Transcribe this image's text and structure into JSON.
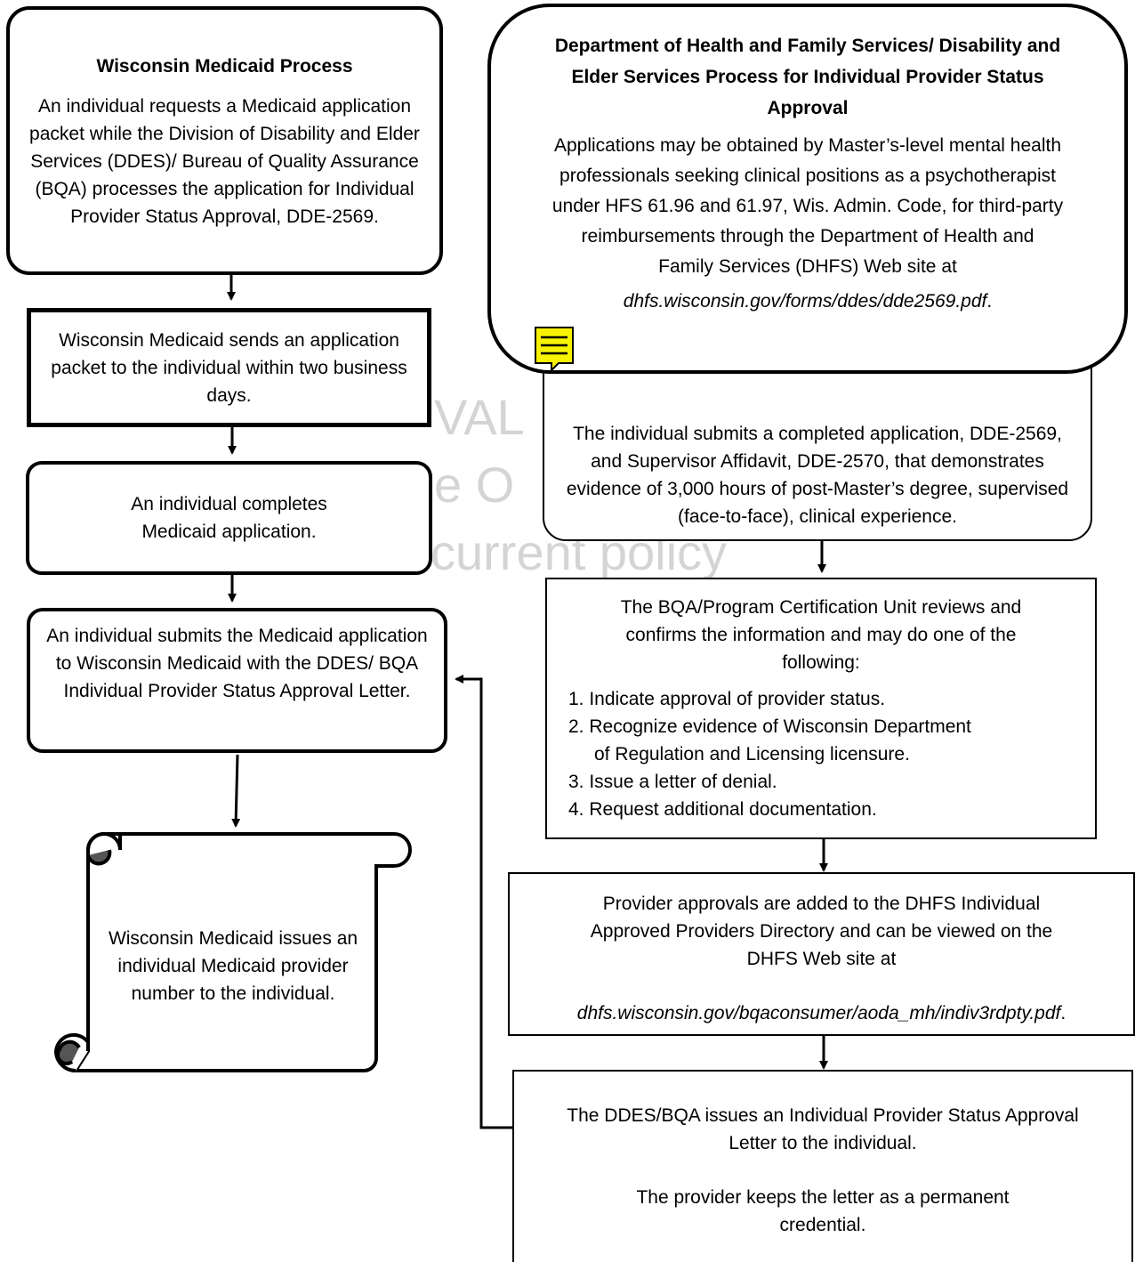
{
  "watermark": {
    "line1": "VAL",
    "line2": "e O",
    "line3": "current policy"
  },
  "left": {
    "process": {
      "title": "Wisconsin Medicaid Process",
      "text": "An individual requests a Medicaid application packet while the Division of Disability and Elder Services (DDES)/ Bureau of Quality Assurance (BQA) processes the application for Individual Provider Status Approval, DDE-2569."
    },
    "sends_packet": "Wisconsin Medicaid sends an application packet to the individual within two business days.",
    "completes": "An individual completes Medicaid application.",
    "submits": "An individual submits the Medicaid application to Wisconsin Medicaid with the DDES/ BQA Individual Provider Status Approval Letter.",
    "issues_number": "Wisconsin Medicaid issues an individual Medicaid provider number to the individual."
  },
  "right": {
    "dhfs_process": {
      "title": "Department of Health and Family Services/ Disability and Elder Services Process for Individual Provider Status Approval",
      "text": "Applications may be obtained by Master’s-level mental health professionals seeking clinical positions as a psychotherapist under HFS 61.96 and 61.97, Wis. Admin. Code, for third-party reimbursements through the Department of Health and Family Services (DHFS) Web site at",
      "link": "dhfs.wisconsin.gov/forms/ddes/dde2569.pdf",
      "link_end": "."
    },
    "submits_application": "The individual submits a completed application, DDE-2569, and Supervisor Affidavit, DDE-2570, that demonstrates evidence of 3,000 hours of post-Master’s degree, supervised (face-to-face), clinical experience.",
    "review": {
      "intro": "The BQA/Program Certification Unit reviews and confirms the information and may do one of the following:",
      "items": [
        "1. Indicate approval of provider status.",
        "2. Recognize evidence of Wisconsin Department",
        "of Regulation and Licensing licensure.",
        "3. Issue a letter of denial.",
        "4. Request additional documentation."
      ]
    },
    "directory": {
      "text": "Provider approvals are added to the DHFS Individual Approved Providers Directory and can be viewed on the DHFS Web site at",
      "link": "dhfs.wisconsin.gov/bqaconsumer/aoda_mh/indiv3rdpty.pdf",
      "link_end": "."
    },
    "approval_letter": {
      "line1": "The DDES/BQA issues an Individual Provider Status Approval Letter to the individual.",
      "line2": "The provider keeps the letter as a permanent credential."
    }
  },
  "icons": {
    "note": "sticky-note-icon",
    "scroll": "scroll-shape"
  },
  "colors": {
    "note_fill": "#f7f200",
    "watermark": "#d4d4d4"
  }
}
